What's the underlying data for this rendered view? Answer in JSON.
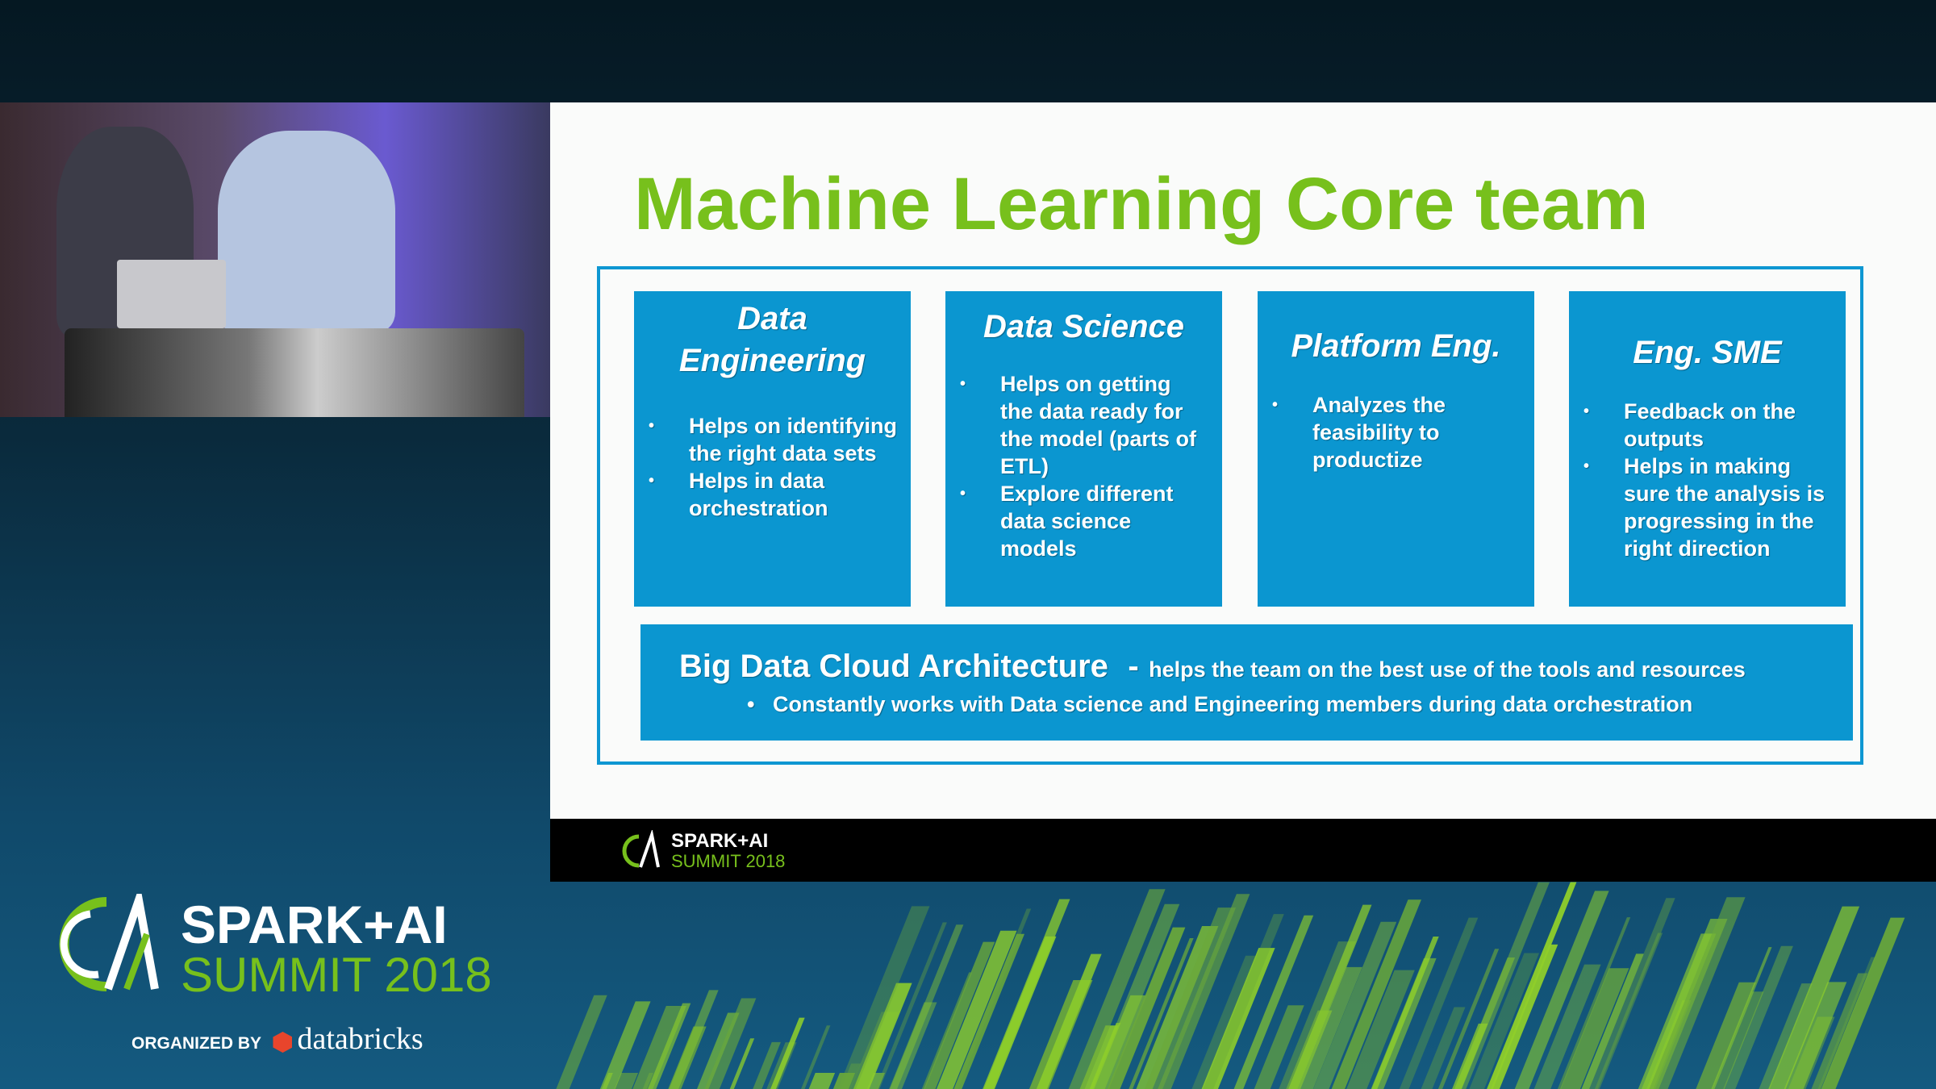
{
  "slide": {
    "title": "Machine Learning Core team",
    "columns": [
      {
        "heading": "Data Engineering",
        "bullets": [
          "Helps on identifying the right data sets",
          "Helps in data orchestration"
        ]
      },
      {
        "heading": "Data Science",
        "bullets": [
          "Helps on getting the data ready for the model (parts of ETL)",
          "Explore different data science models"
        ]
      },
      {
        "heading": "Platform Eng.",
        "bullets": [
          "Analyzes the feasibility to productize"
        ]
      },
      {
        "heading": "Eng. SME",
        "bullets": [
          "Feedback on the outputs",
          "Helps in making sure the analysis is progressing in the right direction"
        ]
      }
    ],
    "bottom": {
      "heading": "Big Data Cloud Architecture",
      "dash": "-",
      "subtitle": "helps the team on the best use of the tools and resources",
      "bullet": "Constantly works with Data science and Engineering members during data orchestration"
    },
    "footer_logo": {
      "line1": "SPARK+AI",
      "line2": "SUMMIT 2018"
    }
  },
  "branding": {
    "line1": "SPARK+AI",
    "line2": "SUMMIT 2018",
    "organized_by": "ORGANIZED BY",
    "company": "databricks"
  },
  "colors": {
    "green": "#77c01c",
    "blue": "#0b96d0",
    "navy": "#051822"
  }
}
